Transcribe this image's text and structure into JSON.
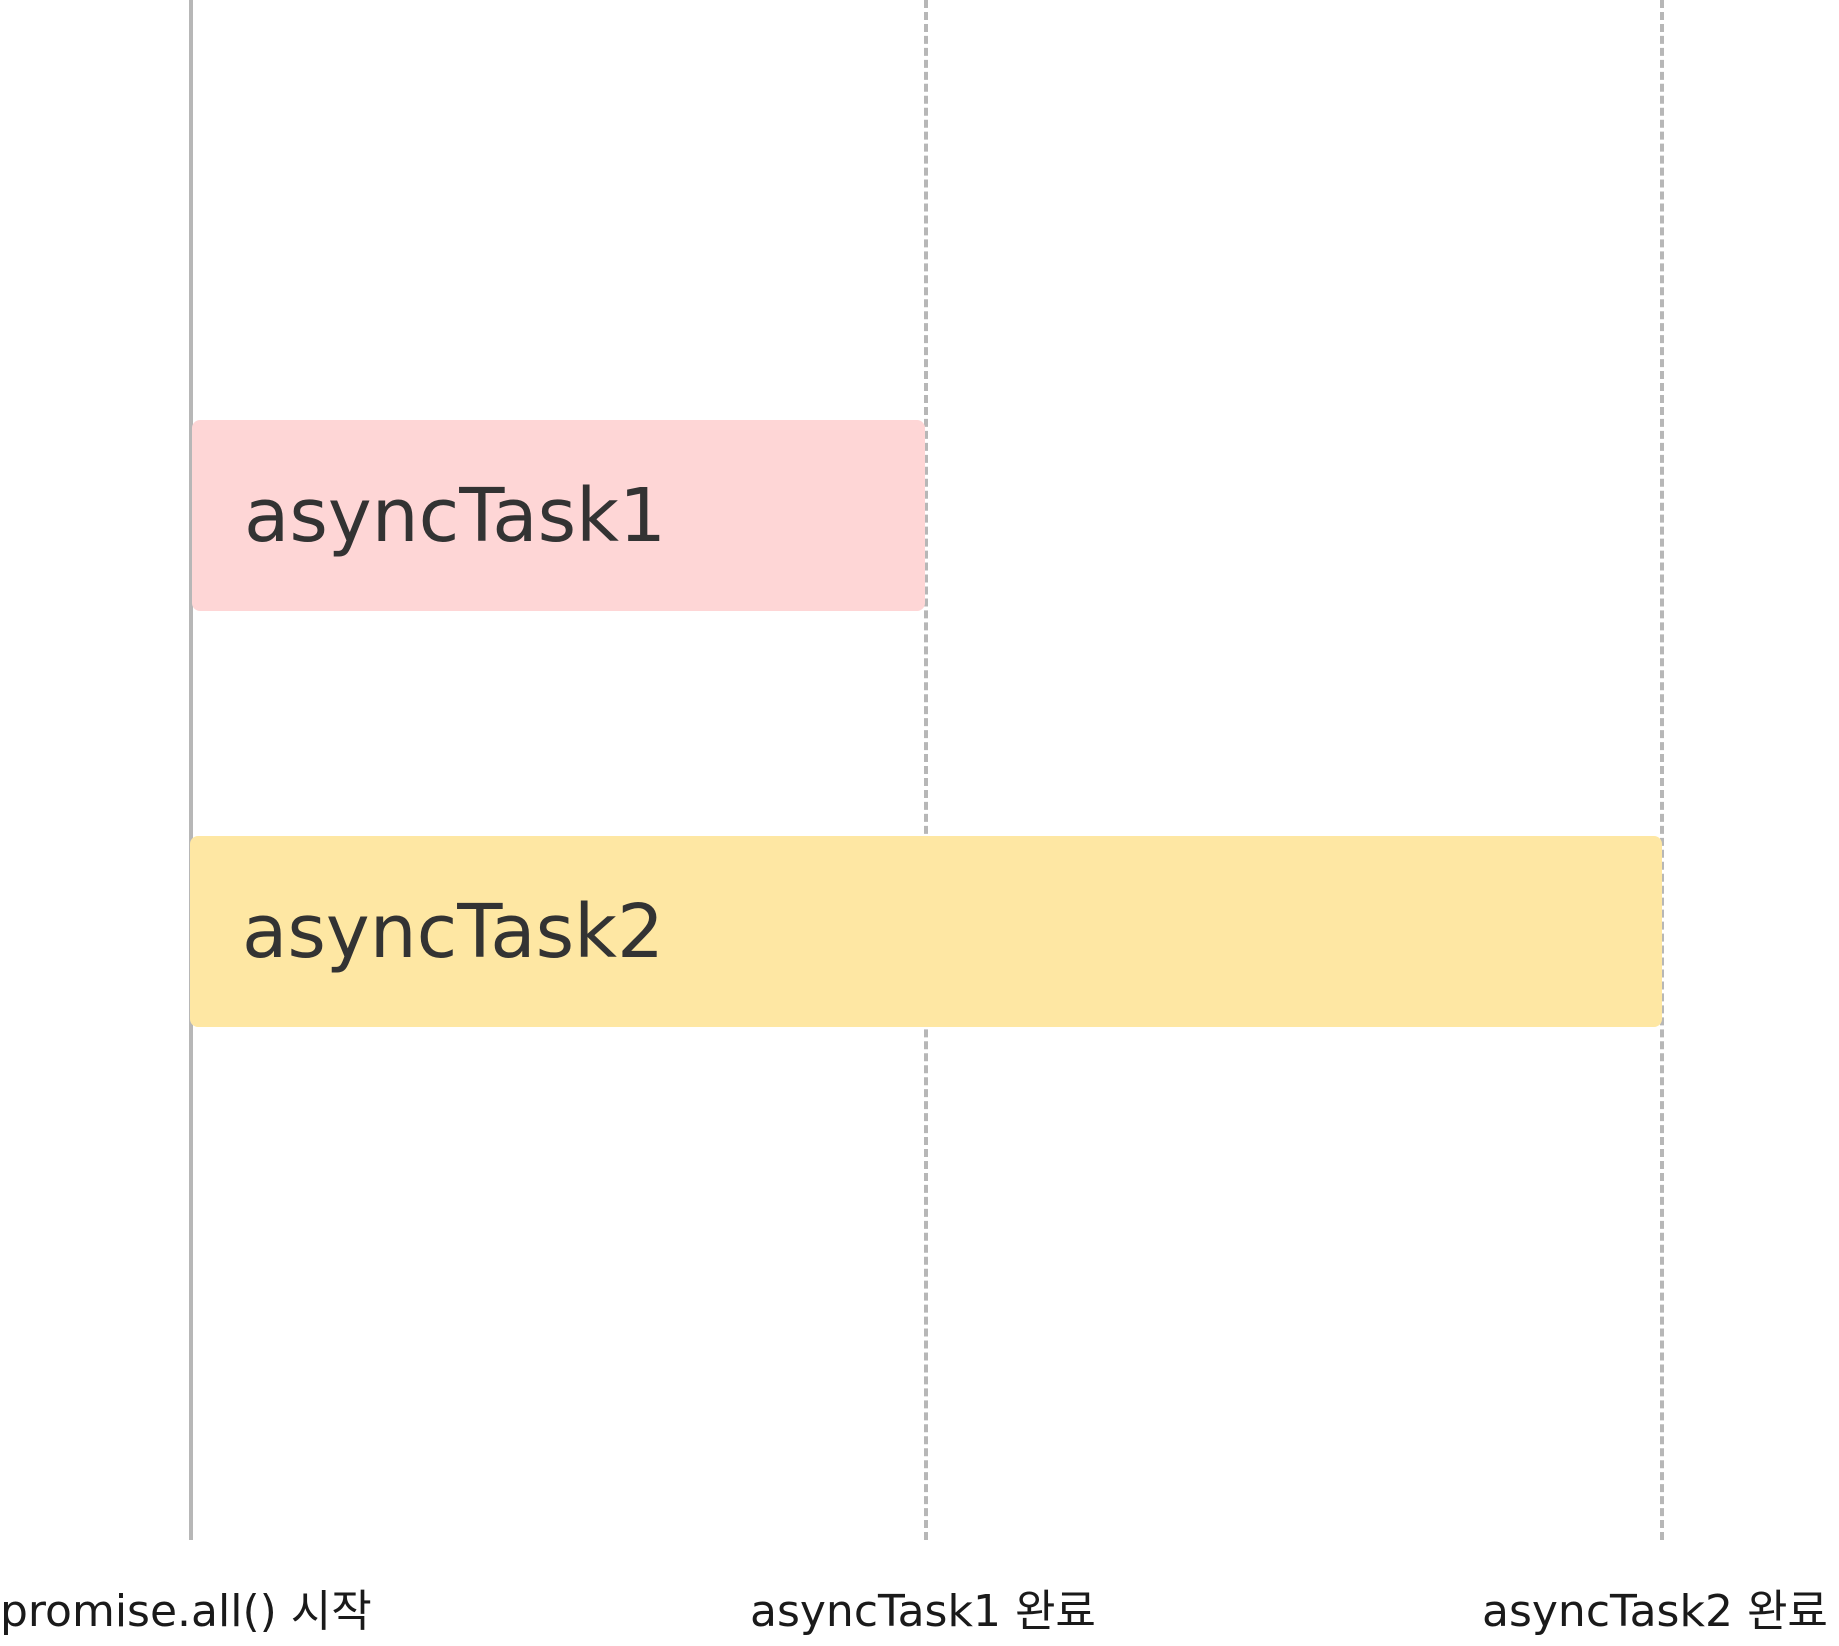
{
  "tasks": [
    {
      "label": "asyncTask1",
      "color": "#fed6d6"
    },
    {
      "label": "asyncTask2",
      "color": "#fee7a3"
    }
  ],
  "markers": [
    {
      "label": "promise.all() 시작"
    },
    {
      "label": "asyncTask1 완료"
    },
    {
      "label": "asyncTask2 완료"
    }
  ],
  "colors": {
    "line": "#b7b7b7",
    "text": "#333333"
  }
}
